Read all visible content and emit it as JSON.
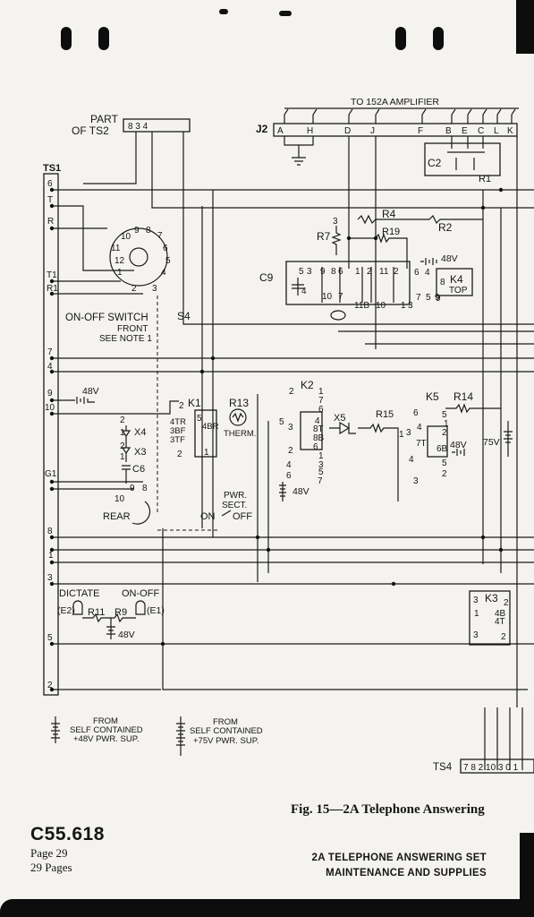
{
  "header": {
    "amplifier": "TO 152A AMPLIFIER"
  },
  "labels": {
    "part_of": "PART",
    "part_of2": "OF TS2",
    "ts2_terms": "8  3  4",
    "ts1": "TS1",
    "j2": "J2",
    "j2_pins": [
      "A",
      "H",
      "D",
      "J",
      "F",
      "B",
      "E",
      "C",
      "L",
      "K"
    ],
    "c2": "C2",
    "r1": "R1",
    "r4": "R4",
    "r2": "R2",
    "r7": "R7",
    "r19": "R19",
    "c9": "C9",
    "k4": "K4",
    "k4_top": "TOP",
    "v48": "48V",
    "s4": "S4",
    "s4_title": "ON-OFF SWITCH",
    "s4_front": "FRONT",
    "s4_note": "SEE NOTE 1",
    "k1": "K1",
    "k1_4tr": "4TR",
    "k1_3bf": "3BF",
    "k1_3tf": "3TF",
    "k1_4br": "4BR",
    "r13": "R13",
    "therm": "THERM.",
    "k2": "K2",
    "x5": "X5",
    "r15": "R15",
    "k5": "K5",
    "r14": "R14",
    "v75": "75V",
    "x4": "X4",
    "x3": "X3",
    "c6": "C6",
    "rear": "REAR",
    "on": "ON",
    "off": "OFF",
    "pwr": "PWR.",
    "sect": "SECT.",
    "dictate": "DICTATE",
    "onoff": "ON-OFF",
    "e2": "(E2)",
    "e1": "(E1)",
    "r11": "R11",
    "r9": "R9",
    "k3": "K3",
    "ts4": "TS4",
    "ts1_terms": [
      "6",
      "T",
      "R",
      "T1",
      "R1",
      "7",
      "4",
      "9",
      "10",
      "G1",
      "8",
      "1",
      "3",
      "5",
      "2"
    ],
    "ts4_terms": "7 8  2  10 3 0 1"
  },
  "legend": [
    {
      "line1": "FROM",
      "line2": "SELF CONTAINED",
      "line3": "+48V PWR. SUP."
    },
    {
      "line1": "FROM",
      "line2": "SELF CONTAINED",
      "line3": "+75V PWR. SUP."
    }
  ],
  "caption": "Fig. 15—2A Telephone Answering",
  "footer": {
    "doc_number": "C55.618",
    "page": "Page 29",
    "pages": "29 Pages",
    "title_line1": "2A TELEPHONE ANSWERING SET",
    "title_line2": "MAINTENANCE AND SUPPLIES"
  }
}
